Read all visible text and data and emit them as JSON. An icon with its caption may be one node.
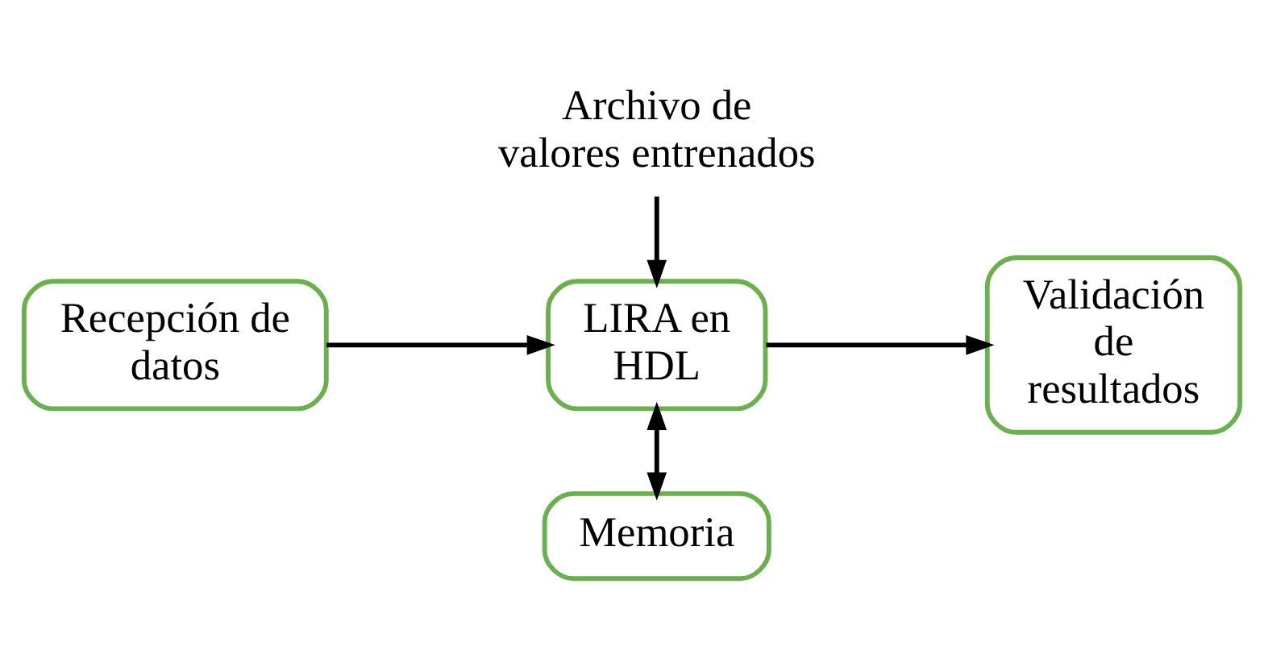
{
  "diagram": {
    "nodes": [
      {
        "text": [
          "Archivo de valores entrenados"
        ]
      },
      {
        "text": [
          "Recepción de datos"
        ]
      },
      {
        "text": [
          "LIRA en HDL"
        ]
      },
      {
        "text": [
          "Validación de resultados"
        ]
      },
      {
        "text": [
          "Memoria"
        ]
      }
    ],
    "edges": [
      {
        "from": 0,
        "to": 2,
        "arrow": "to"
      },
      {
        "from": 1,
        "to": 2,
        "arrow": "to"
      },
      {
        "from": 2,
        "to": 3,
        "arrow": "to"
      },
      {
        "from": 2,
        "to": 4,
        "arrow": "both"
      }
    ]
  }
}
